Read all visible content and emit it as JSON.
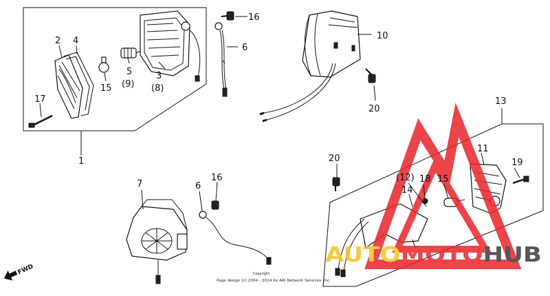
{
  "callouts": {
    "c1": "1",
    "c2": "2",
    "c3": "3",
    "c3b": "(8)",
    "c4": "4",
    "c5": "5",
    "c5b": "(9)",
    "c6a": "6",
    "c6b": "6",
    "c7": "7",
    "c10": "10",
    "c11": "11",
    "c12": "(12)",
    "c13": "13",
    "c14": "14",
    "c15a": "15",
    "c15b": "15",
    "c16a": "16",
    "c16b": "16",
    "c17": "17",
    "c18": "18",
    "c19": "19",
    "c20a": "20",
    "c20b": "20"
  },
  "fwd_label": "FWD",
  "copyright": {
    "line1": "Copyright",
    "line2": "Page design (c) 2004 - 2014 by ARI Network Services, Inc."
  },
  "watermark": {
    "part1": "AUTO",
    "part2": "MOTO",
    "part3": "HUB",
    "colors": {
      "red": "#e8252b",
      "yellow": "#f4c21f",
      "dark": "#3a3a3a"
    }
  }
}
